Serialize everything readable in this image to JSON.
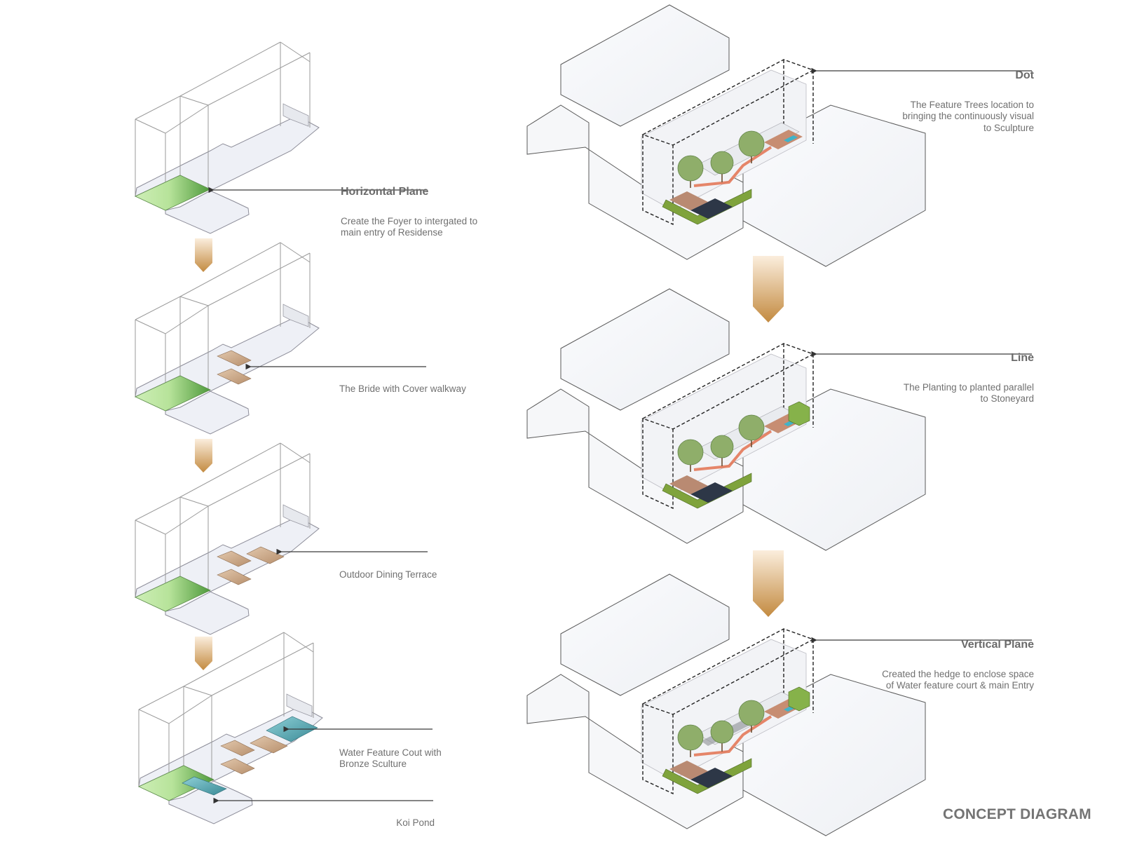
{
  "title": "CONCEPT DIAGRAM",
  "colors": {
    "lawn_green": "#6aa84f",
    "lawn_light": "#c9ecb2",
    "timber": "#c9a98a",
    "water": "#4a9aa6",
    "arrow_gold": "#c8924a",
    "hedge": "#7fa33c",
    "path_orange": "#e0603a",
    "pool_dark": "#2d3747"
  },
  "left_steps": [
    {
      "title": "Horizontal Plane",
      "caption": "Create the Foyer to intergated to\nmain entry of Residense"
    },
    {
      "title": "",
      "caption": "The Bride with Cover walkway"
    },
    {
      "title": "",
      "caption": "Outdoor Dining Terrace"
    },
    {
      "title": "",
      "caption": "Water Feature Cout with\nBronze Sculture"
    },
    {
      "title": "",
      "caption": "Koi Pond"
    }
  ],
  "right_steps": [
    {
      "title": "Dot",
      "caption": "The Feature Trees location to\nbringing the continuously visual\nto Sculpture"
    },
    {
      "title": "Line",
      "caption": "The Planting to planted parallel\nto Stoneyard"
    },
    {
      "title": "Vertical Plane",
      "caption": "Created the hedge  to enclose space\nof Water feature court & main Entry"
    }
  ],
  "flow_arrows": {
    "left": [
      "down-arrow",
      "down-arrow",
      "down-arrow"
    ],
    "right": [
      "down-arrow",
      "down-arrow"
    ]
  }
}
